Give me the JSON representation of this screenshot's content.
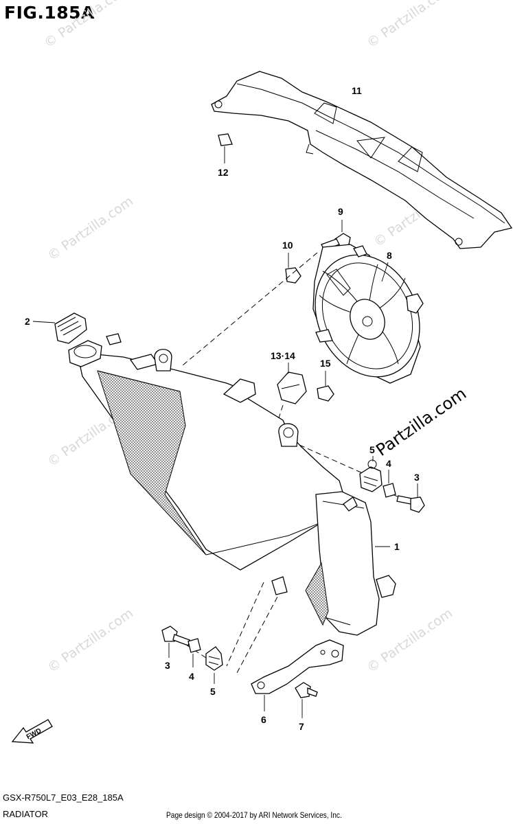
{
  "title": "FIG.185A",
  "footer": {
    "model_code": "GSX-R750L7_E03_E28_185A",
    "section": "RADIATOR",
    "copyright": "Page design © 2004-2017 by ARI Network Services, Inc."
  },
  "watermark": {
    "small": "© Partzilla.com",
    "large": "Partzilla.com"
  },
  "fwd_label": "FWD",
  "callouts": {
    "c11": "11",
    "c12": "12",
    "c9": "9",
    "c10": "10",
    "c8": "8",
    "c2": "2",
    "c13_14": "13·14",
    "c15": "15",
    "c5a": "5",
    "c4a": "4",
    "c3a": "3",
    "c1": "1",
    "c3b": "3",
    "c4b": "4",
    "c5b": "5",
    "c6": "6",
    "c7": "7"
  }
}
